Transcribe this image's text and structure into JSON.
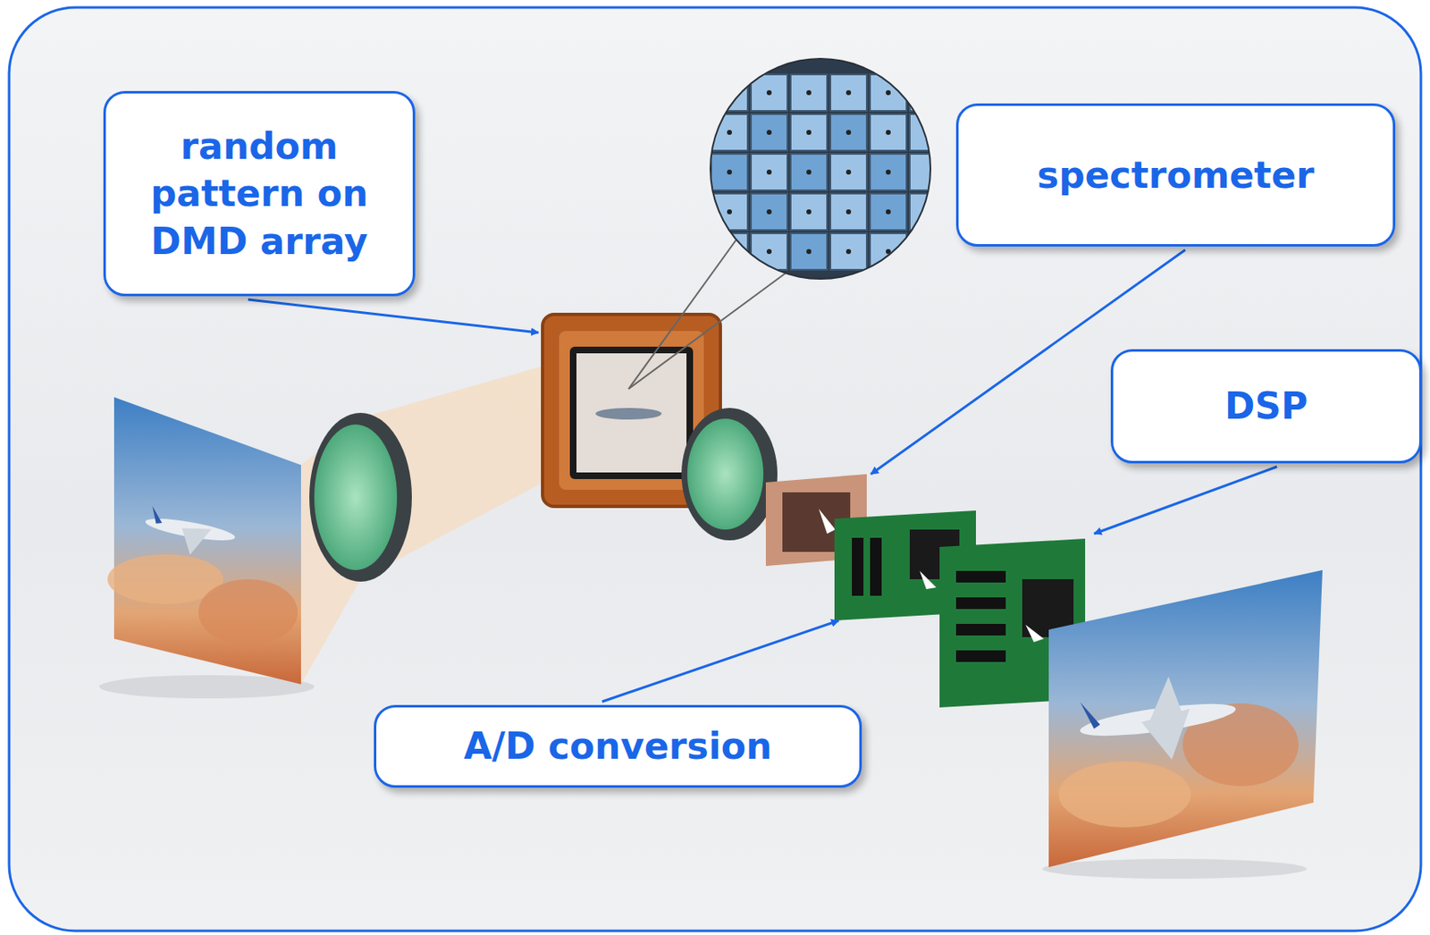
{
  "diagram": {
    "nodes": [
      {
        "text": [
          "random pattern on DMD array"
        ]
      },
      {
        "text": [
          "spectrometer"
        ]
      },
      {
        "text": [
          "DSP"
        ]
      },
      {
        "text": [
          "A/D conversion"
        ]
      }
    ]
  }
}
